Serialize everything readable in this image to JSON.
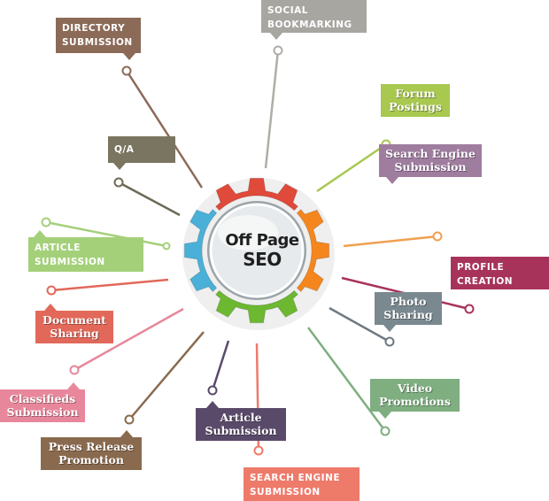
{
  "hub": {
    "line1": "Off Page",
    "line2": "SEO"
  },
  "labels": {
    "directory": {
      "line1": "DIRECTORY",
      "line2": "SUBMISSION",
      "color": "#8c6a58"
    },
    "social": {
      "line1": "SOCIAL",
      "line2": "BOOKMARKING",
      "color": "#a8a6a0"
    },
    "forum": {
      "line1": "Forum",
      "line2": "Postings",
      "color": "#a8c850"
    },
    "search_engine_top": {
      "line1": "Search Engine",
      "line2": "Submission",
      "color": "#9f7d9f"
    },
    "qa": {
      "line1": "Q/A",
      "color": "#7a7560"
    },
    "article_top": {
      "line1": "ARTICLE",
      "line2": "SUBMISSION",
      "color": "#a4d07a"
    },
    "profile": {
      "line1": "PROFILE",
      "line2": "CREATION",
      "color": "#a8335a"
    },
    "document": {
      "line1": "Document",
      "line2": "Sharing",
      "color": "#e2685a"
    },
    "photo": {
      "line1": "Photo",
      "line2": "Sharing",
      "color": "#7a8890"
    },
    "classifieds": {
      "line1": "Classifieds",
      "line2": "Submission",
      "color": "#e8879c"
    },
    "video": {
      "line1": "Video",
      "line2": "Promotions",
      "color": "#7fae80"
    },
    "press": {
      "line1": "Press Release",
      "line2": "Promotion",
      "color": "#8a6a4e"
    },
    "article_bottom": {
      "line1": "Article",
      "line2": "Submission",
      "color": "#5a4a6a"
    },
    "search_engine_bottom": {
      "line1": "SEARCH ENGINE",
      "line2": "SUBMISSION",
      "color": "#ee7a6a"
    }
  },
  "gear_colors": {
    "top": "#e04a3a",
    "right": "#f5861e",
    "bottom": "#6cb830",
    "left": "#4ab0d8",
    "hub": "#d8dde0"
  }
}
